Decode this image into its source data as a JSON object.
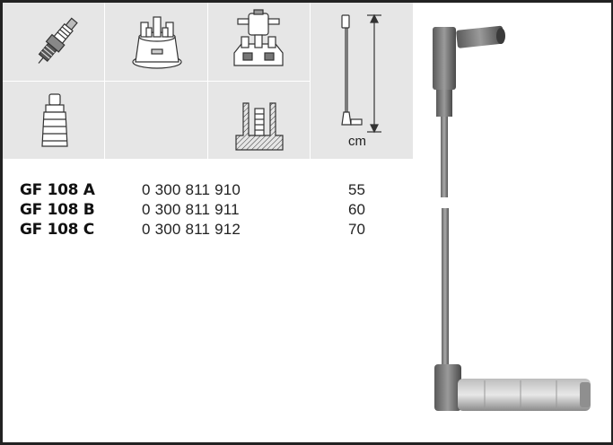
{
  "grid": {
    "unit_label": "cm"
  },
  "products": [
    {
      "code": "GF 108 A",
      "number": "0 300 811 910",
      "length": "55"
    },
    {
      "code": "GF 108 B",
      "number": "0 300 811 911",
      "length": "60"
    },
    {
      "code": "GF 108 C",
      "number": "0 300 811 912",
      "length": "70"
    }
  ],
  "icons": {
    "spark_plug": "spark-plug-icon",
    "distributor_cap": "distributor-cap-icon",
    "ignition_coil": "ignition-coil-icon",
    "cable_length": "cable-length-icon",
    "boot": "spark-plug-boot-icon",
    "terminal": "terminal-connector-icon"
  },
  "colors": {
    "grid_bg": "#e6e6e6",
    "frame": "#222222"
  }
}
